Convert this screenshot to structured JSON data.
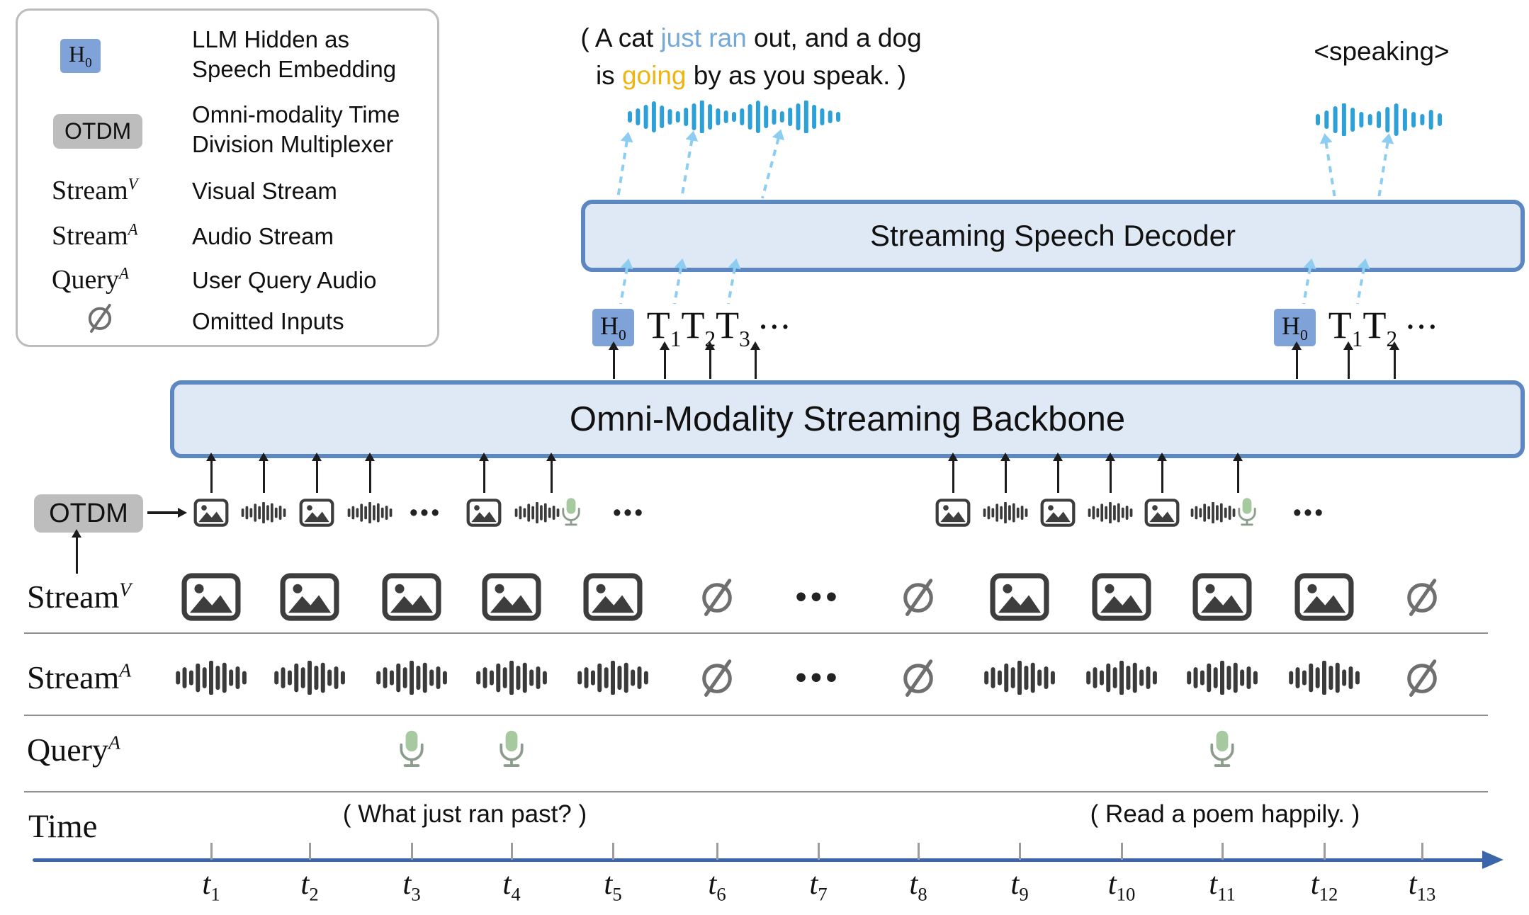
{
  "legend": {
    "h0_base": "H",
    "h0_sub": "0",
    "h0_desc1": "LLM Hidden as",
    "h0_desc2": "Speech Embedding",
    "otdm_chip": "OTDM",
    "otdm_desc1": "Omni-modality Time",
    "otdm_desc2": "Division Multiplexer",
    "stream_v_base": "Stream",
    "stream_v_sup": "V",
    "stream_v_desc": "Visual Stream",
    "stream_a_base": "Stream",
    "stream_a_sup": "A",
    "stream_a_desc": "Audio Stream",
    "query_a_base": "Query",
    "query_a_sup": "A",
    "query_a_desc": "User Query Audio",
    "empty_desc": "Omitted Inputs"
  },
  "speech_bubble": {
    "line1_seg1": "( A cat ",
    "line1_highlight": "just ran",
    "line1_seg2": " out, and a dog",
    "line2_seg1": "is ",
    "line2_highlight": "going",
    "line2_seg2": " by as you speak. )"
  },
  "speaking_tag": "<speaking>",
  "decoder_title": "Streaming Speech Decoder",
  "backbone_title": "Omni-Modality Streaming Backbone",
  "tokens": {
    "h_base": "H",
    "h_sub": "0",
    "left": [
      {
        "base": "T",
        "sub": "1"
      },
      {
        "base": "T",
        "sub": "2"
      },
      {
        "base": "T",
        "sub": "3"
      }
    ],
    "left_dots": "···",
    "right": [
      {
        "base": "T",
        "sub": "1"
      },
      {
        "base": "T",
        "sub": "2"
      }
    ],
    "right_dots": "···"
  },
  "multiplexer": {
    "chip": "OTDM",
    "left_sequence": [
      "image-icon",
      "audio-wave-icon",
      "image-icon",
      "audio-wave-icon",
      "ellipsis",
      "image-icon",
      "audio-wave-icon",
      "mic-icon",
      "ellipsis"
    ],
    "right_sequence": [
      "image-icon",
      "audio-wave-icon",
      "image-icon",
      "audio-wave-icon",
      "image-icon",
      "audio-wave-icon",
      "mic-icon",
      "ellipsis"
    ]
  },
  "rows": {
    "stream_v": {
      "label_base": "Stream",
      "label_sup": "V",
      "pattern": [
        "image-icon",
        "image-icon",
        "image-icon",
        "image-icon",
        "image-icon",
        "empty-icon",
        "ellipsis",
        "empty-icon",
        "image-icon",
        "image-icon",
        "image-icon",
        "image-icon",
        "empty-icon"
      ]
    },
    "stream_a": {
      "label_base": "Stream",
      "label_sup": "A",
      "pattern": [
        "audio-wave-icon",
        "audio-wave-icon",
        "audio-wave-icon",
        "audio-wave-icon",
        "audio-wave-icon",
        "empty-icon",
        "ellipsis",
        "empty-icon",
        "audio-wave-icon",
        "audio-wave-icon",
        "audio-wave-icon",
        "audio-wave-icon",
        "empty-icon"
      ]
    },
    "query_a": {
      "label_base": "Query",
      "label_sup": "A",
      "mic_columns": [
        3,
        4,
        11
      ]
    },
    "time_label": "Time",
    "query1_text": "( What just ran past? )",
    "query2_text": "( Read a poem happily. )"
  },
  "timeline": {
    "tick_base": "t",
    "tick_subs": [
      "1",
      "2",
      "3",
      "4",
      "5",
      "6",
      "7",
      "8",
      "9",
      "10",
      "11",
      "12",
      "13"
    ]
  },
  "glyphs": {
    "ellipsis": "•••"
  },
  "colors": {
    "box_fill": "#dfe9f5",
    "box_border": "#5d87c1",
    "h0_chip": "#7fa3d9",
    "otdm_chip": "#bdbdbd",
    "dashed_arrow": "#8dcdf2",
    "speech_wave": "#2da0d8",
    "mic_green": "#a6c9a0",
    "icon_dark": "#3a3a3a",
    "empty_gray": "#6f6f6f",
    "timeline_blue": "#3b66ac",
    "separator_gray": "#8f8f8f",
    "highlight_blue": "#74a9d8",
    "highlight_gold": "#eeb412",
    "arrow_black": "#1c1c1c"
  }
}
